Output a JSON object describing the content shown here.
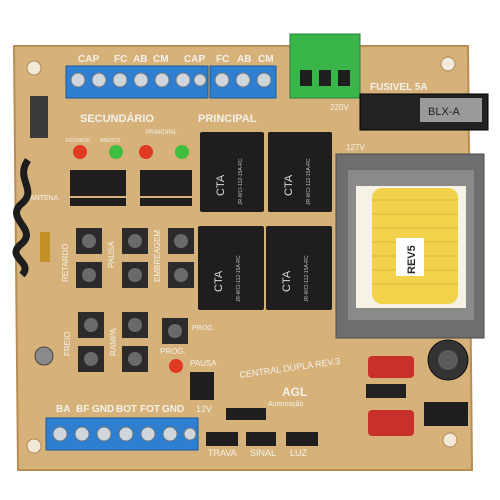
{
  "board": {
    "top_labels_left": [
      "CAP",
      "FC",
      "AB",
      "CM",
      "CAP"
    ],
    "top_labels_right": [
      "FC",
      "AB",
      "CM"
    ],
    "fuse_label": "FUSIVEL 5A",
    "fuse_holder_text": "BLX-A",
    "voltage_220": "220V",
    "voltage_127": "127V",
    "secundario": "SECUNDÁRIO",
    "principal_small": "PRINCIPAL",
    "principal_big": "PRINCIPAL",
    "fechado": "FECHADO",
    "aberto": "ABERTO",
    "relay_brand": "CTA",
    "relay_spec": "JR-WCI-112-15A-RC",
    "retardo": "RETARDO",
    "pausa": "PAUSA",
    "embreagem": "EMBREAGEM",
    "freio": "FREIO",
    "rampa": "RAMPA",
    "prog": "PROG.",
    "prog2": "PROG.",
    "pausa2": "PAUSA",
    "central": "CENTRAL DUPLA REV.3",
    "agl": "AGL",
    "automacao": "Automação",
    "v12": "12V",
    "rev5": "REV5",
    "bottom_labels": [
      "BA",
      "BF",
      "GND",
      "BOT",
      "FOT",
      "GND"
    ],
    "trava": "TRAVA",
    "sinal": "SINAL",
    "luz": "LUZ",
    "antena": "ANTENA"
  },
  "colors": {
    "pcb": "#d6b27a",
    "pcb_edge": "#c49a5c",
    "terminal_blue": "#2f7fd0",
    "terminal_green": "#39b54a",
    "relay": "#1e1e1e",
    "transformer_coil": "#f2d24a",
    "capacitor_red": "#c8302a",
    "led_red": "#e03a22",
    "led_green": "#3fbf3f"
  }
}
